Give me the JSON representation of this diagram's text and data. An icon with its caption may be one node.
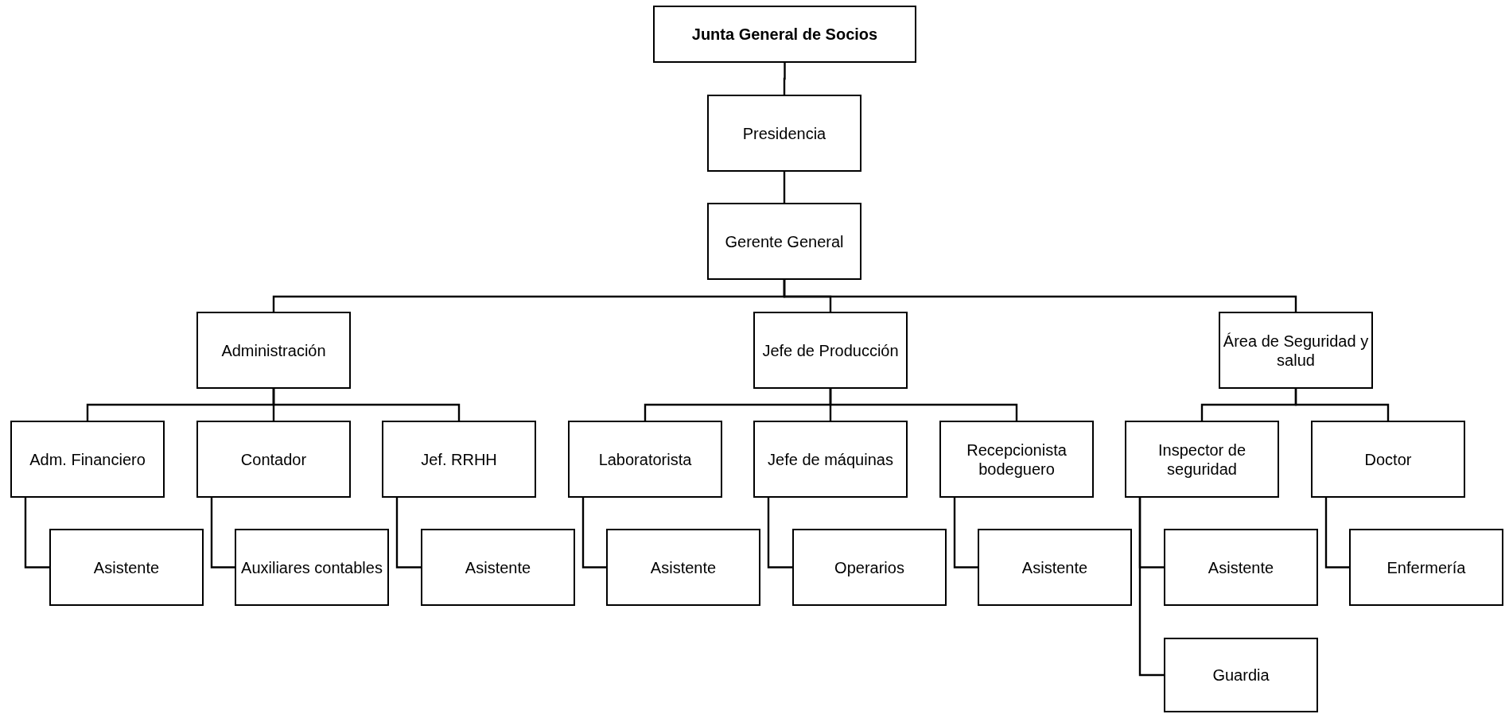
{
  "diagram": {
    "nodes": [
      {
        "text": [
          "Junta General de Socios"
        ]
      },
      {
        "text": [
          "Presidencia"
        ]
      },
      {
        "text": [
          "Gerente General"
        ]
      },
      {
        "text": [
          "Administración"
        ]
      },
      {
        "text": [
          "Jefe de Producción"
        ]
      },
      {
        "text": [
          "Área de Seguridad y salud"
        ]
      },
      {
        "text": [
          "Adm. Financiero"
        ]
      },
      {
        "text": [
          "Contador"
        ]
      },
      {
        "text": [
          "Jef. RRHH"
        ]
      },
      {
        "text": [
          "Laboratorista"
        ]
      },
      {
        "text": [
          "Jefe de máquinas"
        ]
      },
      {
        "text": [
          "Recepcionista bodeguero"
        ]
      },
      {
        "text": [
          "Inspector de seguridad"
        ]
      },
      {
        "text": [
          "Doctor"
        ]
      },
      {
        "text": [
          "Asistente"
        ]
      },
      {
        "text": [
          "Auxiliares contables"
        ]
      },
      {
        "text": [
          "Asistente"
        ]
      },
      {
        "text": [
          "Asistente"
        ]
      },
      {
        "text": [
          "Operarios"
        ]
      },
      {
        "text": [
          "Asistente"
        ]
      },
      {
        "text": [
          "Asistente"
        ]
      },
      {
        "text": [
          "Enfermería"
        ]
      },
      {
        "text": [
          "Guardia"
        ]
      }
    ],
    "edges": [
      {
        "from": 0,
        "to": 1,
        "arrow": "none"
      },
      {
        "from": 1,
        "to": 2,
        "arrow": "none"
      },
      {
        "from": 2,
        "to": 3,
        "arrow": "none"
      },
      {
        "from": 2,
        "to": 4,
        "arrow": "none"
      },
      {
        "from": 2,
        "to": 5,
        "arrow": "none"
      },
      {
        "from": 3,
        "to": 6,
        "arrow": "none"
      },
      {
        "from": 3,
        "to": 7,
        "arrow": "none"
      },
      {
        "from": 3,
        "to": 8,
        "arrow": "none"
      },
      {
        "from": 4,
        "to": 9,
        "arrow": "none"
      },
      {
        "from": 4,
        "to": 10,
        "arrow": "none"
      },
      {
        "from": 4,
        "to": 11,
        "arrow": "none"
      },
      {
        "from": 5,
        "to": 12,
        "arrow": "none"
      },
      {
        "from": 5,
        "to": 13,
        "arrow": "none"
      },
      {
        "from": 6,
        "to": 14,
        "arrow": "none"
      },
      {
        "from": 7,
        "to": 15,
        "arrow": "none"
      },
      {
        "from": 8,
        "to": 16,
        "arrow": "none"
      },
      {
        "from": 9,
        "to": 17,
        "arrow": "none"
      },
      {
        "from": 10,
        "to": 18,
        "arrow": "none"
      },
      {
        "from": 11,
        "to": 19,
        "arrow": "none"
      },
      {
        "from": 12,
        "to": 20,
        "arrow": "none"
      },
      {
        "from": 12,
        "to": 22,
        "arrow": "none"
      },
      {
        "from": 13,
        "to": 21,
        "arrow": "none"
      }
    ]
  }
}
